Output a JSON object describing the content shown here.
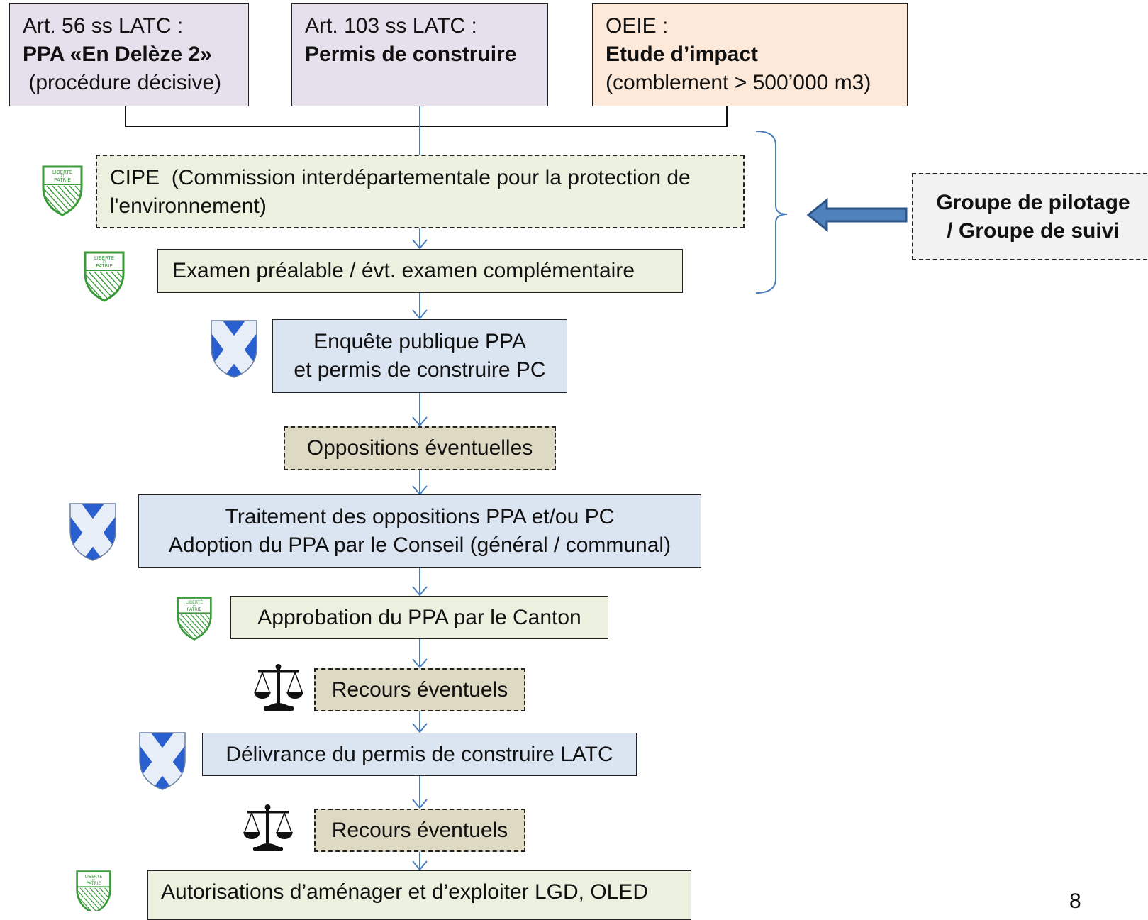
{
  "top_boxes": [
    {
      "line1": "Art. 56 ss LATC :",
      "line2": "PPA «En Delèze 2»",
      "line3": " (procédure décisive)"
    },
    {
      "line1": "Art. 103 ss LATC :",
      "line2": "Permis de construire",
      "line3": ""
    },
    {
      "line1": "OEIE :",
      "line2": "Etude d’impact",
      "line3": "(comblement > 500’000 m3)"
    }
  ],
  "steps": {
    "cipe_line1": "CIPE  (Commission interdépartementale pour la protection de",
    "cipe_line2": "l'environnement)",
    "examen": "Examen préalable / évt. examen complémentaire",
    "enquete_line1": "Enquête publique PPA",
    "enquete_line2": "et permis de construire PC",
    "oppositions": "Oppositions éventuelles",
    "traitement_line1": "Traitement des oppositions PPA et/ou PC",
    "traitement_line2": "Adoption du PPA par le Conseil (général / communal)",
    "approbation": "Approbation du PPA par le Canton",
    "recours1": "Recours éventuels",
    "delivrance": "Délivrance du permis de construire LATC",
    "recours2": "Recours éventuels",
    "autorisations": "Autorisations d’aménager et d’exploiter LGD, OLED"
  },
  "side_box": {
    "line1": "Groupe de pilotage",
    "line2": "/ Groupe de suivi"
  },
  "canton_seal_text": [
    "LIBERTÉ",
    "ET",
    "PATRIE"
  ],
  "page_number": "8",
  "colors": {
    "top_purple": "#e5e0ec",
    "top_orange": "#fde9d9",
    "green_fill": "#ebf1de",
    "blue_fill": "#dbe5f1",
    "tan_fill": "#ddd9c3",
    "connector_blue": "#4a7ebb",
    "big_arrow": "#4f81bd"
  },
  "icons": [
    "canton-seal-icon",
    "commune-crest-icon",
    "scales-of-justice-icon",
    "left-arrow-icon"
  ]
}
